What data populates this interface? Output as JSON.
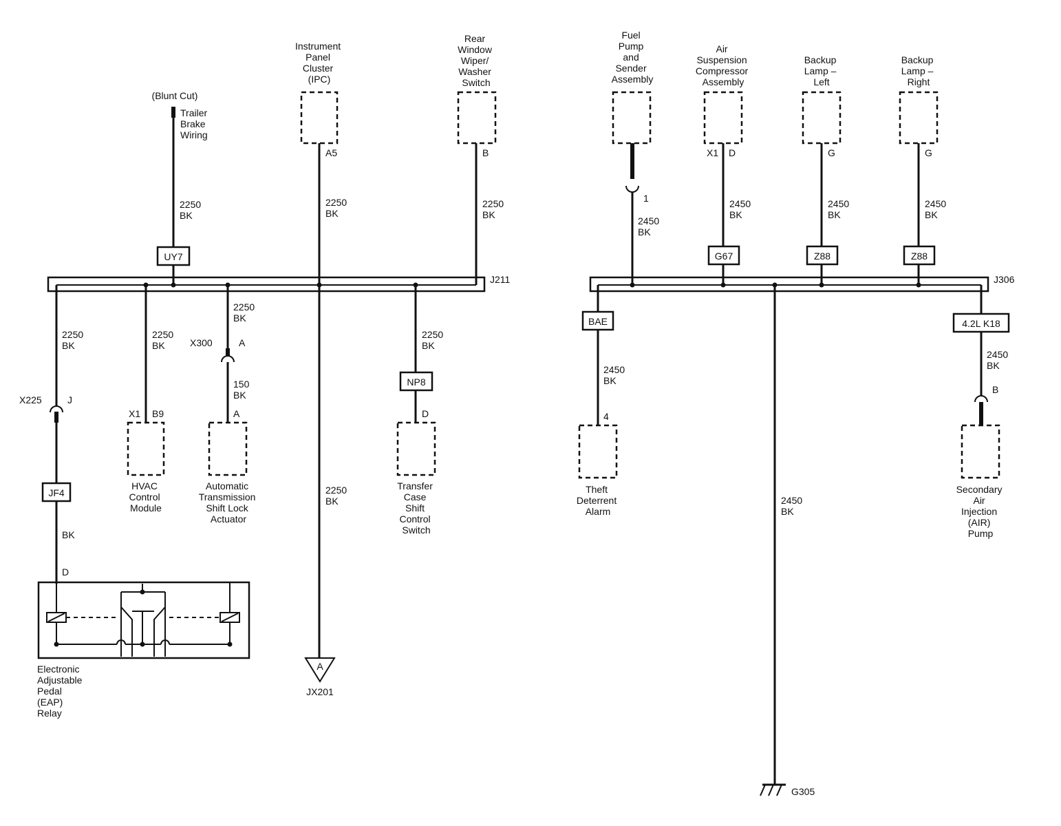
{
  "left": {
    "splice": "J211",
    "trailer": {
      "blunt_cut": "(Blunt Cut)",
      "label": [
        "Trailer",
        "Brake",
        "Wiring"
      ],
      "wire": "2250",
      "color": "BK",
      "option": "UY7"
    },
    "ipc": {
      "label": [
        "Instrument",
        "Panel",
        "Cluster",
        "(IPC)"
      ],
      "pin": "A5",
      "wire": "2250",
      "color": "BK"
    },
    "rear_wiper": {
      "label": [
        "Rear",
        "Window",
        "Wiper/",
        "Washer",
        "Switch"
      ],
      "pin": "B",
      "wire": "2250",
      "color": "BK"
    },
    "eap": {
      "wire": "2250",
      "color": "BK",
      "connector": "X225",
      "connector_pin": "J",
      "option": "JF4",
      "color2": "BK",
      "pin": "D",
      "label": [
        "Electronic",
        "Adjustable",
        "Pedal",
        "(EAP)",
        "Relay"
      ]
    },
    "hvac": {
      "wire": "2250",
      "color": "BK",
      "connector": "X1",
      "pin": "B9",
      "label": [
        "HVAC",
        "Control",
        "Module"
      ]
    },
    "shift_lock": {
      "wire": "2250",
      "color": "BK",
      "connector": "X300",
      "connector_pin": "A",
      "wire2": "150",
      "color2": "BK",
      "pin": "A",
      "label": [
        "Automatic",
        "Transmission",
        "Shift Lock",
        "Actuator"
      ]
    },
    "jx201": {
      "wire": "2250",
      "color": "BK",
      "symbol": "A",
      "label": "JX201"
    },
    "transfer_case": {
      "wire": "2250",
      "color": "BK",
      "option": "NP8",
      "pin": "D",
      "label": [
        "Transfer",
        "Case",
        "Shift",
        "Control",
        "Switch"
      ]
    }
  },
  "right": {
    "splice": "J306",
    "fuel_pump": {
      "label": [
        "Fuel",
        "Pump",
        "and",
        "Sender",
        "Assembly"
      ],
      "pin": "1",
      "wire": "2450",
      "color": "BK"
    },
    "air_susp": {
      "label": [
        "Air",
        "Suspension",
        "Compressor",
        "Assembly"
      ],
      "connector": "X1",
      "pin": "D",
      "wire": "2450",
      "color": "BK",
      "option": "G67"
    },
    "backup_left": {
      "label": [
        "Backup",
        "Lamp –",
        "Left"
      ],
      "pin": "G",
      "wire": "2450",
      "color": "BK",
      "option": "Z88"
    },
    "backup_right": {
      "label": [
        "Backup",
        "Lamp –",
        "Right"
      ],
      "pin": "G",
      "wire": "2450",
      "color": "BK",
      "option": "Z88"
    },
    "theft": {
      "option": "BAE",
      "wire": "2450",
      "color": "BK",
      "pin": "4",
      "label": [
        "Theft",
        "Deterrent",
        "Alarm"
      ]
    },
    "ground": {
      "wire": "2450",
      "color": "BK",
      "label": "G305"
    },
    "air_pump": {
      "option": "4.2L K18",
      "wire": "2450",
      "color": "BK",
      "pin": "B",
      "label": [
        "Secondary",
        "Air",
        "Injection",
        "(AIR)",
        "Pump"
      ]
    }
  }
}
